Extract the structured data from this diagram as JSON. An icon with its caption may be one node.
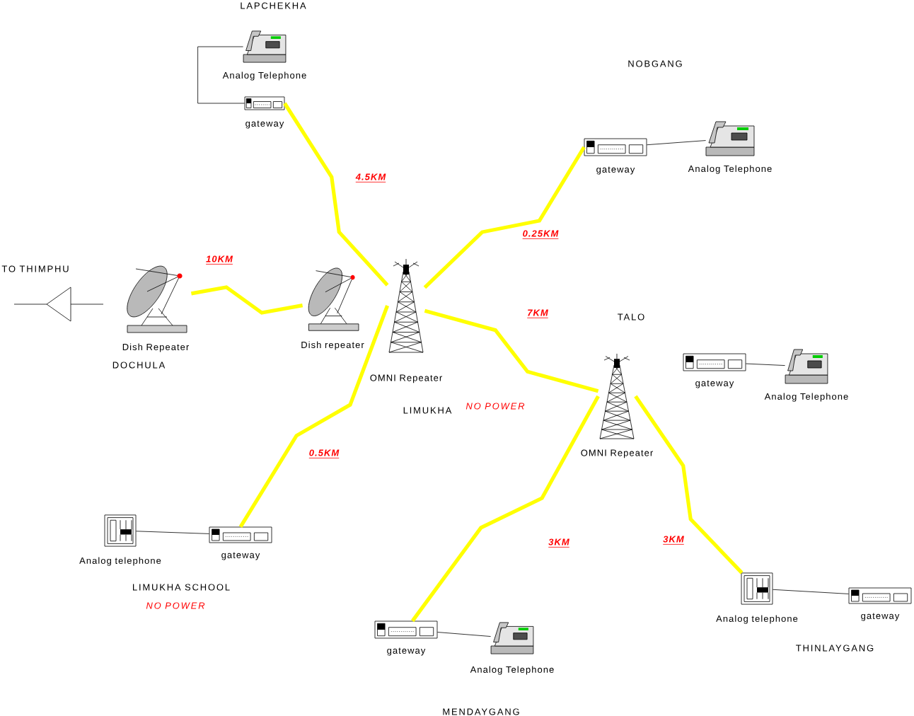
{
  "diagram": {
    "nodes": [
      {
        "text": [
          "Analog Telephone"
        ]
      },
      {
        "text": [
          "gateway"
        ]
      },
      {
        "text": [
          "gateway"
        ]
      },
      {
        "text": [
          "Analog Telephone"
        ]
      },
      {
        "text": [
          "Dish Repeater"
        ]
      },
      {
        "text": [
          "Dish repeater"
        ]
      },
      {
        "text": [
          "OMNI Repeater"
        ]
      },
      {
        "text": [
          "OMNI Repeater"
        ]
      },
      {
        "text": [
          "gateway"
        ]
      },
      {
        "text": [
          "Analog Telephone"
        ]
      },
      {
        "text": [
          "Analog telephone"
        ]
      },
      {
        "text": [
          "gateway"
        ]
      },
      {
        "text": [
          "gateway"
        ]
      },
      {
        "text": [
          "Analog Telephone"
        ]
      },
      {
        "text": [
          "Analog telephone"
        ]
      },
      {
        "text": [
          "gateway"
        ]
      }
    ],
    "edges": [
      {
        "from": 0,
        "to": 1,
        "arrow": "none",
        "color": "#000000"
      },
      {
        "from": 2,
        "to": 3,
        "arrow": "none",
        "color": "#000000"
      },
      {
        "from": 8,
        "to": 9,
        "arrow": "none",
        "color": "#000000"
      },
      {
        "from": 10,
        "to": 11,
        "arrow": "none",
        "color": "#000000"
      },
      {
        "from": 12,
        "to": 13,
        "arrow": "none",
        "color": "#000000"
      },
      {
        "from": 14,
        "to": 15,
        "arrow": "none",
        "color": "#000000"
      },
      {
        "from": 4,
        "to": 5,
        "arrow": "none",
        "label": "10KM",
        "color": "#ffff00"
      },
      {
        "from": 1,
        "to": 6,
        "arrow": "none",
        "label": "4.5KM",
        "color": "#ffff00"
      },
      {
        "from": 2,
        "to": 6,
        "arrow": "none",
        "label": "0.25KM",
        "color": "#ffff00"
      },
      {
        "from": 6,
        "to": 7,
        "arrow": "none",
        "label": "7KM",
        "color": "#ffff00"
      },
      {
        "from": 6,
        "to": 11,
        "arrow": "none",
        "label": "0.5KM",
        "color": "#ffff00"
      },
      {
        "from": 7,
        "to": 12,
        "arrow": "none",
        "label": "3KM",
        "color": "#ffff00"
      },
      {
        "from": 7,
        "to": 14,
        "arrow": "none",
        "label": "3KM",
        "color": "#ffff00"
      }
    ],
    "labels": [
      "LAPCHEKHA",
      "NOBGANG",
      "TO THIMPHU",
      "TALO",
      "DOCHULA",
      "LIMUKHA",
      "NO POWER",
      "LIMUKHA SCHOOL",
      "NO POWER",
      "THINLAYGANG",
      "MENDAYGANG"
    ]
  }
}
